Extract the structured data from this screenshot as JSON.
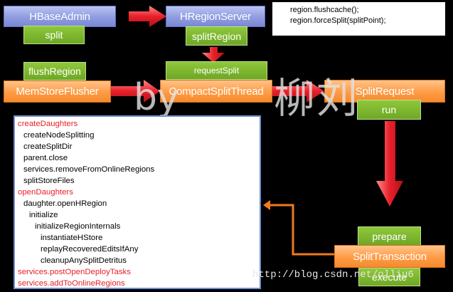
{
  "nodes": {
    "hbaseadmin": "HBaseAdmin",
    "hregionserver": "HRegionServer",
    "memstoreflusher": "MemStoreFlusher",
    "compactsplitthread": "CompactSplitThread",
    "splitrequest": "SplitRequest",
    "splittransaction": "SplitTransaction"
  },
  "tags": {
    "split": "split",
    "splitregion": "splitRegion",
    "flushregion": "flushRegion",
    "requestsplit": "requestSplit",
    "run": "run",
    "prepare": "prepare",
    "execute": "execute"
  },
  "code_lines": [
    "region.flushcache();",
    "region.forceSplit(splitPoint);"
  ],
  "steps": [
    {
      "text": "createDaughters",
      "indent": 0,
      "highlight": true
    },
    {
      "text": "createNodeSplitting",
      "indent": 1,
      "highlight": false
    },
    {
      "text": "createSplitDir",
      "indent": 1,
      "highlight": false
    },
    {
      "text": "parent.close",
      "indent": 1,
      "highlight": false
    },
    {
      "text": "services.removeFromOnlineRegions",
      "indent": 1,
      "highlight": false
    },
    {
      "text": "splitStoreFiles",
      "indent": 1,
      "highlight": false
    },
    {
      "text": "openDaughters",
      "indent": 0,
      "highlight": true
    },
    {
      "text": "daughter.openHRegion",
      "indent": 1,
      "highlight": false
    },
    {
      "text": "initialize",
      "indent": 2,
      "highlight": false
    },
    {
      "text": "initializeRegionInternals",
      "indent": 3,
      "highlight": false
    },
    {
      "text": "instantiateHStore",
      "indent": 4,
      "highlight": false
    },
    {
      "text": "replayRecoveredEditsIfAny",
      "indent": 4,
      "highlight": false
    },
    {
      "text": "cleanupAnySplitDetritus",
      "indent": 4,
      "highlight": false
    },
    {
      "text": "services.postOpenDeployTasks",
      "indent": 0,
      "highlight": true
    },
    {
      "text": "services.addToOnlineRegions",
      "indent": 0,
      "highlight": true
    }
  ],
  "watermark": {
    "by": "by",
    "name": "柳刘"
  },
  "url": "http://blog.csdn.net/olliu6",
  "colors": {
    "background": "#000000",
    "arrow_red": "#e8202a",
    "connector_orange": "#f07a1c",
    "highlight_text": "#e8202a",
    "tag_green": "#76ad2a"
  }
}
